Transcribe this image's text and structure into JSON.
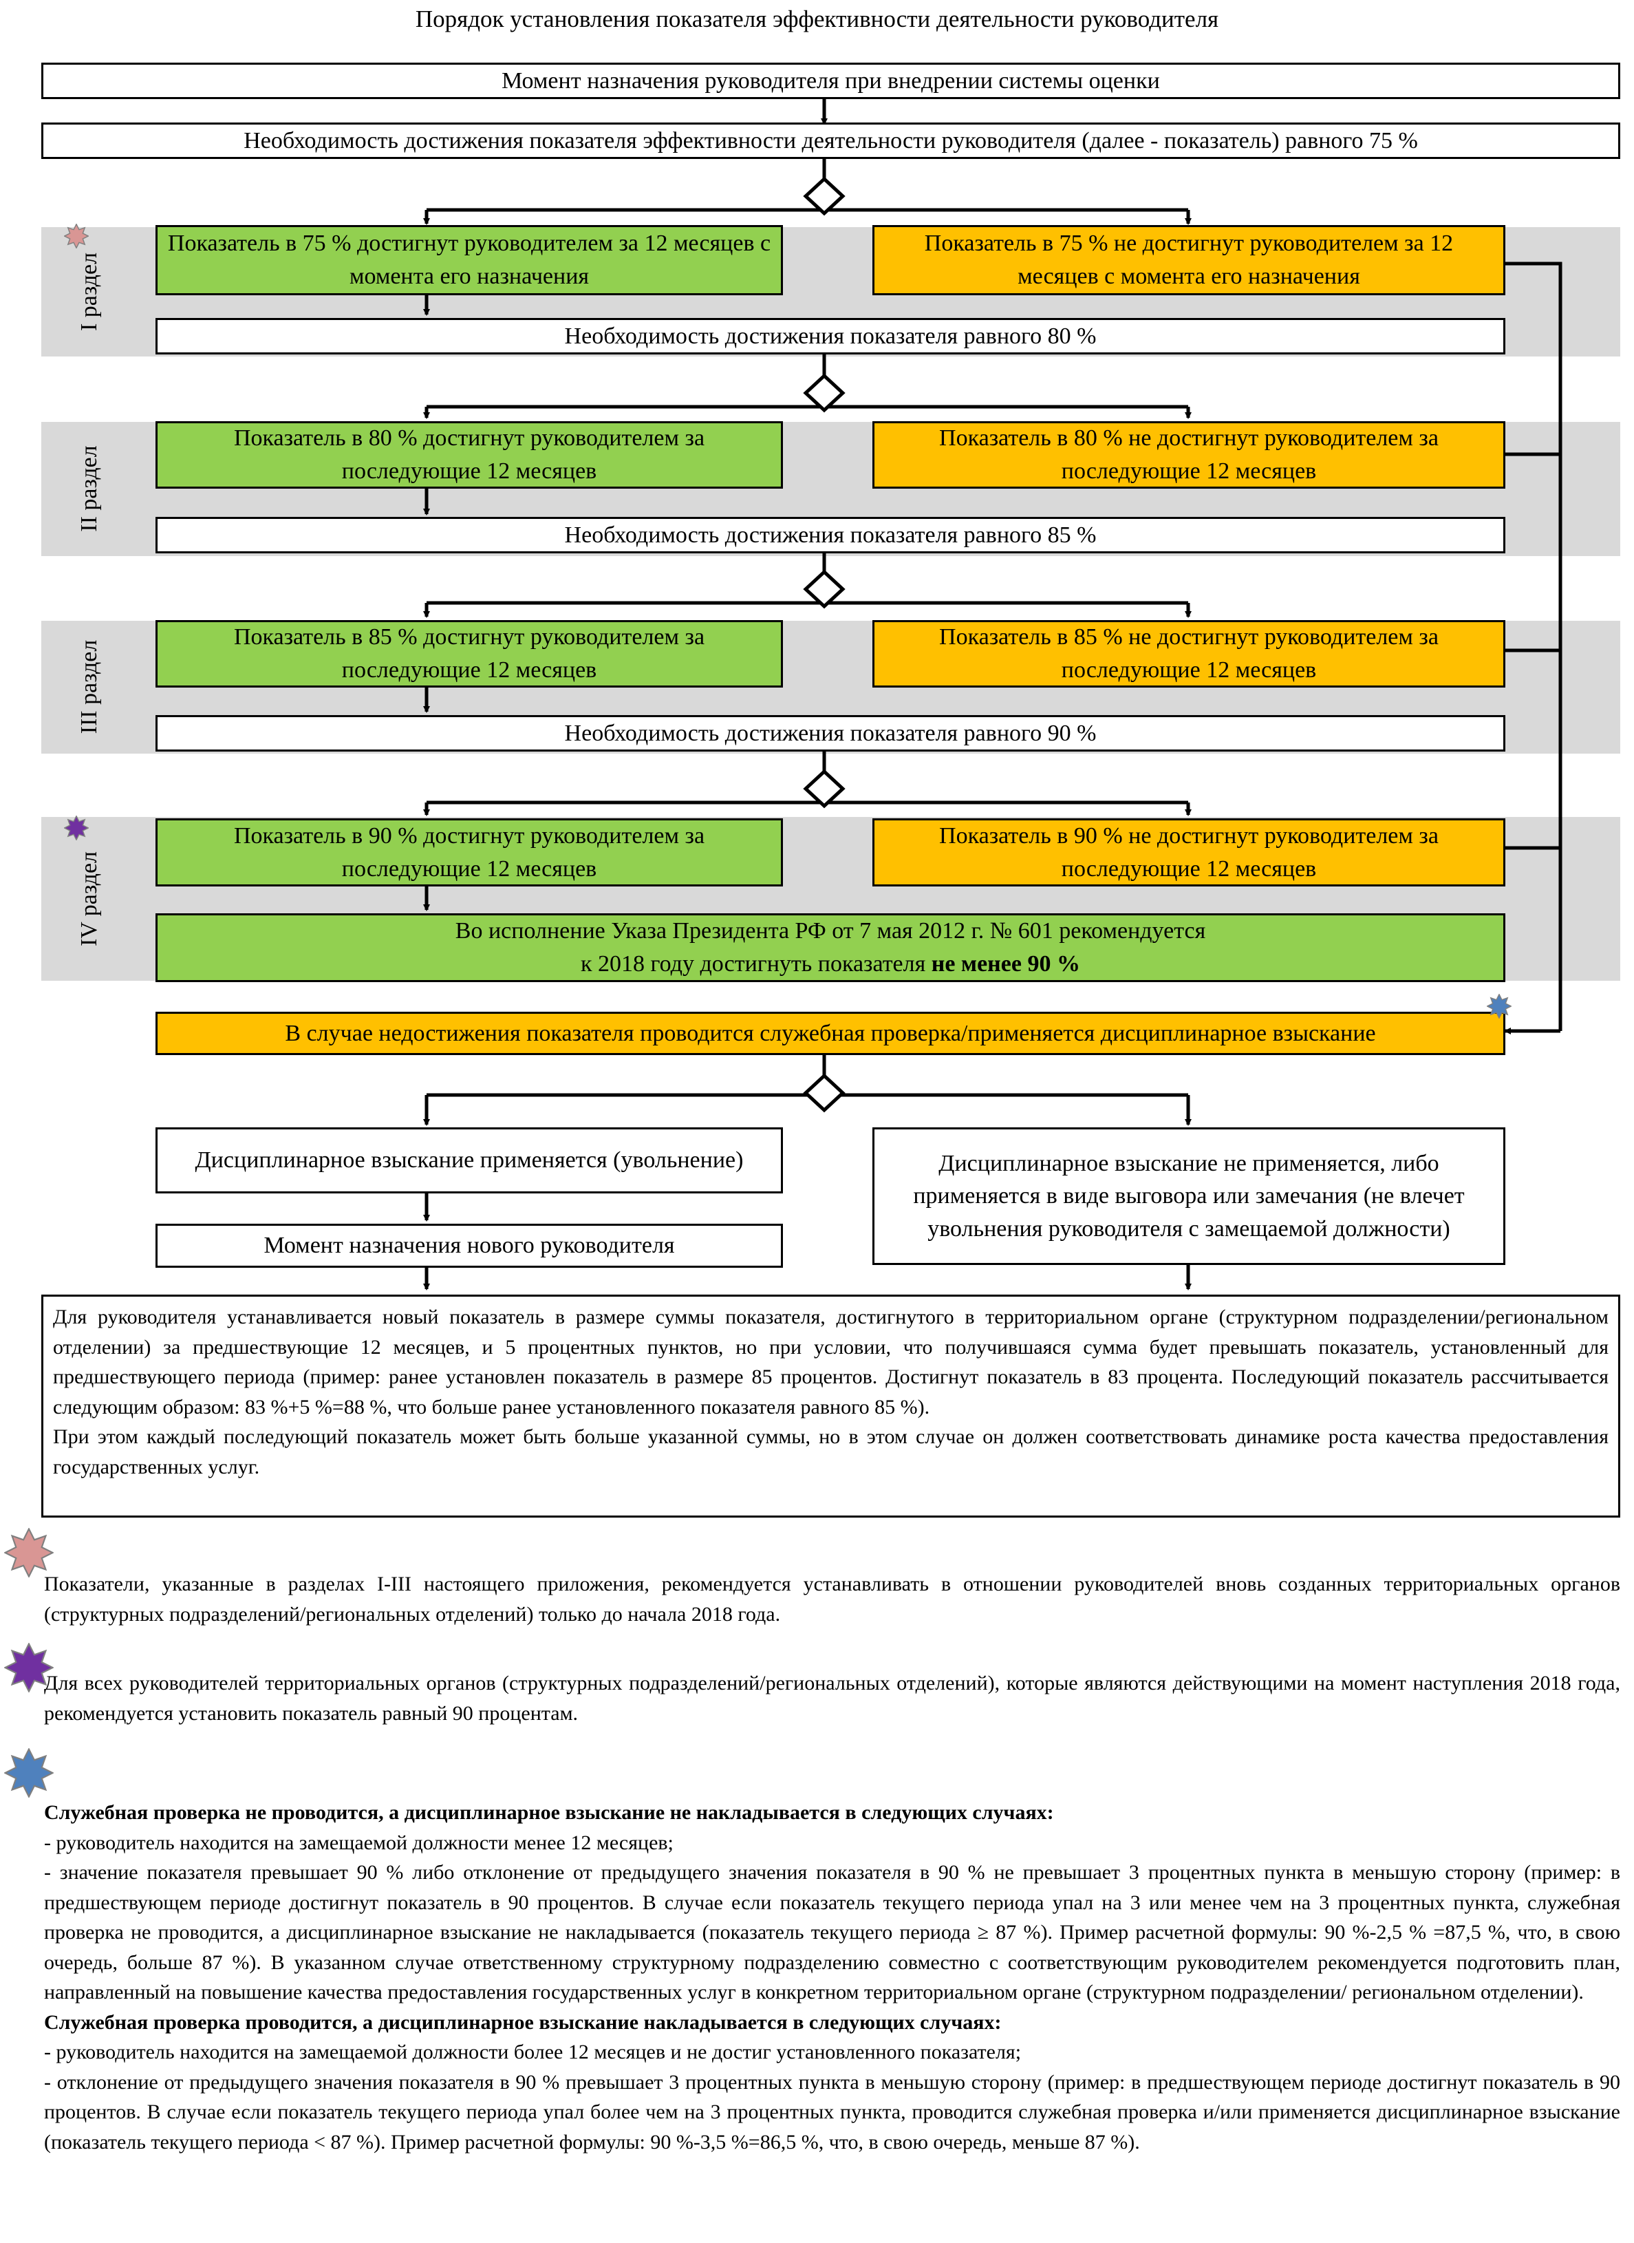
{
  "title": "Порядок установления показателя эффективности деятельности  руководителя",
  "flow": {
    "start": "Момент назначения руководителя при внедрении системы оценки",
    "need75": "Необходимость достижения показателя эффективности деятельности руководителя (далее - показатель) равного 75 %",
    "sections": [
      {
        "label": "I раздел",
        "yes": "Показатель в 75 % достигнут руководителем за 12 месяцев с момента его назначения",
        "no": "Показатель в 75 % не достигнут руководителем за 12 месяцев с момента его назначения",
        "next": "Необходимость достижения показателя равного 80 %"
      },
      {
        "label": "II раздел",
        "yes": "Показатель в 80 % достигнут руководителем за последующие 12 месяцев",
        "no": "Показатель в 80 % не достигнут руководителем за последующие 12 месяцев",
        "next": "Необходимость достижения показателя равного 85 %"
      },
      {
        "label": "III раздел",
        "yes": "Показатель в 85 % достигнут руководителем за последующие 12 месяцев",
        "no": "Показатель в 85 % не достигнут руководителем за последующие 12 месяцев",
        "next": "Необходимость достижения показателя равного 90 %"
      },
      {
        "label": "IV раздел",
        "yes": "Показатель в 90 % достигнут руководителем за последующие 12 месяцев",
        "no": "Показатель в 90 % не достигнут руководителем за последующие 12 месяцев",
        "decree_1": "Во исполнение Указа Президента РФ от 7 мая 2012 г. № 601 рекомендуется",
        "decree_2": "к 2018 году достигнуть показателя ",
        "decree_bold": "не менее 90 %"
      }
    ],
    "failure": "В случае недостижения показателя проводится служебная проверка/применяется дисциплинарное взыскание",
    "applied": "Дисциплинарное взыскание применяется (увольнение)",
    "new_head": "Момент назначения нового руководителя",
    "not_applied": "Дисциплинарное взыскание не применяется, либо применяется в виде выговора или замечания (не влечет увольнения руководителя с замещаемой должности)"
  },
  "new_indicator": {
    "p1": "Для руководителя устанавливается новый показатель в размере суммы показателя, достигнутого в территориальном органе (структурном подразделении/региональном отделении) за предшествующие 12 месяцев, и 5 процентных пунктов, но при условии, что получившаяся сумма будет превышать показатель, установленный для предшествующего периода (пример: ранее установлен показатель в размере 85 процентов. Достигнут показатель в 83 процента. Последующий показатель рассчитывается следующим образом: 83 %+5 %=88 %, что больше ранее установленного показателя равного 85 %).",
    "p2": "При этом каждый последующий показатель может быть больше указанной суммы, но в этом случае он должен соответствовать динамике роста качества предоставления государственных услуг."
  },
  "notes": {
    "note1": "Показатели, указанные в разделах I-III настоящего приложения, рекомендуется устанавливать в отношении руководителей вновь созданных территориальных органов (структурных подразделений/региональных отделений) только до начала 2018 года.",
    "note2": "Для всех руководителей территориальных органов (структурных подразделений/региональных отделений), которые являются действующими на момент наступления 2018 года, рекомендуется установить показатель равный 90 процентам.",
    "h1": "Служебная проверка не проводится, а дисциплинарное взыскание не накладывается в следующих случаях:",
    "h1_l1": "- руководитель находится на замещаемой должности менее 12 месяцев;",
    "h1_l2": "- значение показателя превышает 90 % либо отклонение от предыдущего значения показателя в 90 % не превышает 3 процентных пункта в меньшую сторону (пример: в предшествующем периоде достигнут показатель в 90 процентов. В случае если показатель текущего периода упал на 3 или менее чем на 3 процентных пункта, служебная проверка не проводится, а дисциплинарное взыскание не накладывается (показатель текущего периода ≥ 87 %). Пример расчетной формулы: 90 %-2,5 % =87,5 %, что, в свою очередь, больше 87 %). В указанном случае ответственному структурному подразделению совместно с соответствующим руководителем рекомендуется подготовить план, направленный на повышение качества предоставления государственных услуг в конкретном территориальном органе (структурном подразделении/ региональном отделении).",
    "h2": "Служебная проверка проводится, а дисциплинарное взыскание накладывается в следующих случаях:",
    "h2_l1": "- руководитель находится на замещаемой должности более 12 месяцев и не достиг установленного показателя;",
    "h2_l2": "- отклонение от предыдущего значения показателя в 90 % превышает 3 процентных пункта в меньшую сторону (пример: в предшествующем периоде достигнут показатель в 90 процентов. В случае если показатель текущего периода упал более чем на 3 процентных пункта, проводится служебная проверка и/или применяется дисциплинарное взыскание (показатель текущего периода < 87 %). Пример расчетной формулы: 90 %-3,5 %=86,5 %, что, в свою очередь, меньше 87 %)."
  },
  "colors": {
    "yes": "#92d050",
    "no": "#ffc000",
    "band": "#d9d9d9",
    "star_pink": "#d99694",
    "star_purple": "#7030a0",
    "star_blue": "#4f81bd"
  },
  "icons": {
    "star_pink": "star-pink-icon",
    "star_purple": "star-purple-icon",
    "star_blue": "star-blue-icon"
  }
}
